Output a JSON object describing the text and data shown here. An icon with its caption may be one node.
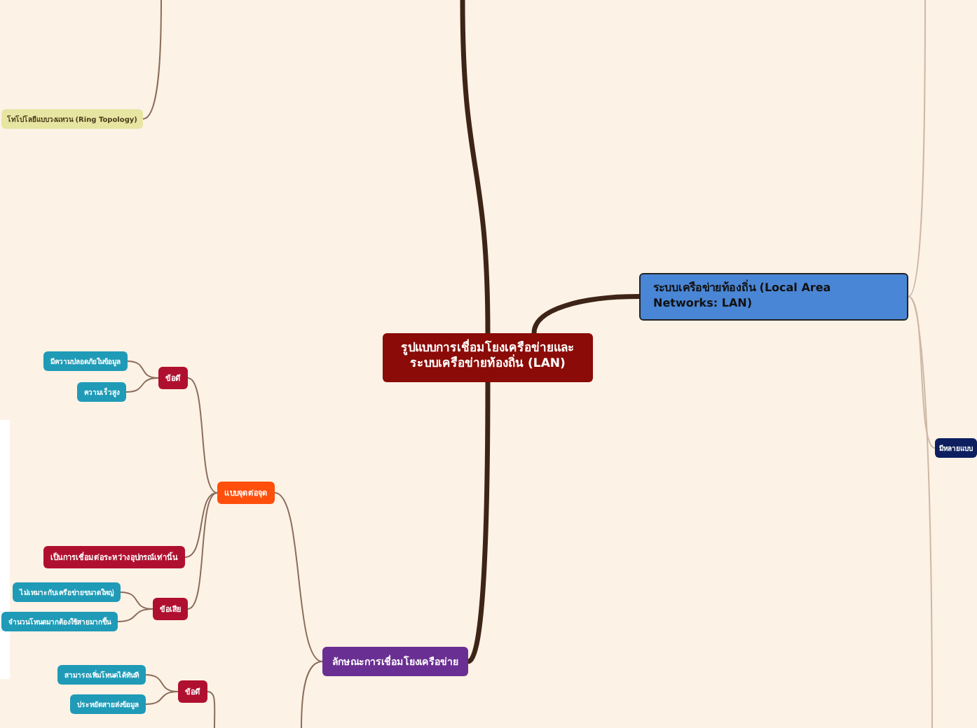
{
  "diagram": {
    "nodes": [
      {
        "text": [
          "รูปแบบการเชื่อมโยงเครือข่ายและระบบเครือข่ายท้องถิ่น (LAN)"
        ]
      },
      {
        "text": [
          "ระบบเครือข่ายท้องถิ่น (Local Area Networks: LAN)"
        ]
      },
      {
        "text": [
          "มีหลายแบบ"
        ]
      },
      {
        "text": [
          "ลักษณะการเชื่อมโยงเครือข่าย"
        ]
      },
      {
        "text": [
          "แบบจุดต่อจุด"
        ]
      },
      {
        "text": [
          "ข้อดี"
        ]
      },
      {
        "text": [
          "มีความปลอดภัยในข้อมูล"
        ]
      },
      {
        "text": [
          "ความเร็วสูง"
        ]
      },
      {
        "text": [
          "เป็นการเชื่อมต่อระหว่างอุปกรณ์เท่านั้น"
        ]
      },
      {
        "text": [
          "ข้อเสีย"
        ]
      },
      {
        "text": [
          "ไม่เหมาะกับเครือข่ายขนาดใหญ่"
        ]
      },
      {
        "text": [
          "จำนวนโหนดมากต้องใช้สายมากขึ้น"
        ]
      },
      {
        "text": [
          "ข้อดี"
        ]
      },
      {
        "text": [
          "สามารถเพิ่มโหนดได้ทันที"
        ]
      },
      {
        "text": [
          "ประหยัดสายส่งข้อมูล"
        ]
      },
      {
        "text": [
          "โทโปโลยีแบบวงแหวน (Ring Topology)"
        ]
      }
    ],
    "edges": [
      {
        "from": 0,
        "to": null,
        "arrow": "none",
        "style": "thick"
      },
      {
        "from": 0,
        "to": 1,
        "arrow": "none",
        "style": "thick"
      },
      {
        "from": 0,
        "to": 3,
        "arrow": "none",
        "style": "thick"
      },
      {
        "from": 1,
        "to": null,
        "arrow": "none",
        "color": "#cdb8a6"
      },
      {
        "from": 1,
        "to": 2,
        "arrow": "none",
        "color": "#cdb8a6"
      },
      {
        "from": 1,
        "to": null,
        "arrow": "none",
        "color": "#cdb8a6"
      },
      {
        "from": 3,
        "to": 4,
        "arrow": "none"
      },
      {
        "from": 3,
        "to": null,
        "arrow": "none"
      },
      {
        "from": 4,
        "to": 5,
        "arrow": "none"
      },
      {
        "from": 4,
        "to": 8,
        "arrow": "none"
      },
      {
        "from": 4,
        "to": 9,
        "arrow": "none"
      },
      {
        "from": 5,
        "to": 6,
        "arrow": "none"
      },
      {
        "from": 5,
        "to": 7,
        "arrow": "none"
      },
      {
        "from": 9,
        "to": 10,
        "arrow": "none"
      },
      {
        "from": 9,
        "to": 11,
        "arrow": "none"
      },
      {
        "from": null,
        "to": 12,
        "arrow": "none"
      },
      {
        "from": 12,
        "to": 13,
        "arrow": "none"
      },
      {
        "from": 12,
        "to": 14,
        "arrow": "none"
      },
      {
        "from": 15,
        "to": null,
        "arrow": "none"
      }
    ]
  }
}
